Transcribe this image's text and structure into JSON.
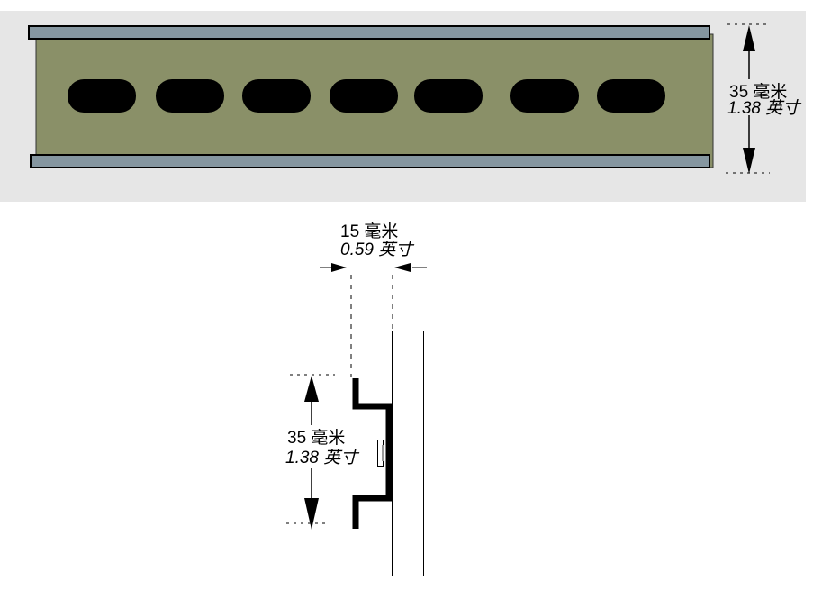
{
  "top_view": {
    "height_mm": "35 毫米",
    "height_in": "1.38 英寸",
    "slot_count": 7,
    "colors": {
      "background": "#e6e6e6",
      "rail": "#8a9068",
      "flange": "#8596a0",
      "slot": "#000000"
    }
  },
  "side_view": {
    "depth_mm": "15 毫米",
    "depth_in": "0.59 英寸",
    "height_mm": "35 毫米",
    "height_in": "1.38 英寸"
  }
}
